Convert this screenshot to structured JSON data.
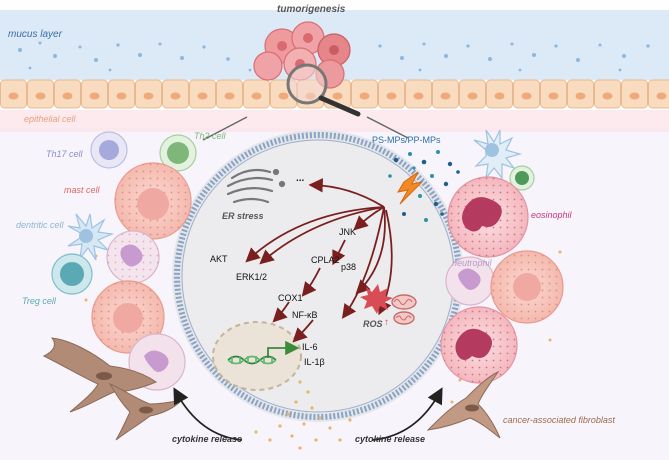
{
  "labels": {
    "mucus_layer": "mucus layer",
    "tumorigenesis": "tumorigenesis",
    "epithelial_cell": "epithelial cell",
    "th2_cell": "Th2 cell",
    "th17_cell": "Th17 cell",
    "mast_cell": "mast cell",
    "dendritic_cell": "dentritic cell",
    "treg_cell": "Treg cell",
    "microplastics": "PS-MPs/PP-MPs",
    "eosinophil": "eosinophil",
    "neutrophil": "neutrophil",
    "caf": "cancer-associated fibroblast",
    "cytokine_left": "cytokine release",
    "cytokine_right": "cytokine release"
  },
  "pathway": {
    "ellipsis": "...",
    "er_stress": "ER stress",
    "akt": "AKT",
    "erk": "ERK1/2",
    "jnk": "JNK",
    "cpla2": "CPLA2",
    "cox1": "COX1",
    "p38": "p38",
    "nfkb": "NF-κB",
    "il6": "IL-6",
    "il1b": "IL-1β",
    "ros": "ROS",
    "ros_arrow": "↑"
  },
  "colors": {
    "mucus_band": "#dce9f6",
    "epithelium": "#f9dcc0",
    "epithelial_label": "#e7a07a",
    "mast_label": "#e1645f",
    "th2_label": "#7fb77b",
    "th17_label": "#8a8ec8",
    "dendritic_label": "#8fb3d6",
    "treg_label": "#5aa9b4",
    "mp_label": "#2a6fa8",
    "eosinophil_label": "#c9337f",
    "neutrophil_label": "#b79ac8",
    "caf_label": "#9b6b4e",
    "pathway_arrow": "#7a1f1f",
    "membrane": "#8aa3c2",
    "tumor": "#e7868a"
  },
  "icons": [
    "magnifier-icon",
    "lightning-icon",
    "dna-icon",
    "er-icon",
    "mitochondria-icon",
    "ros-burst-icon"
  ]
}
